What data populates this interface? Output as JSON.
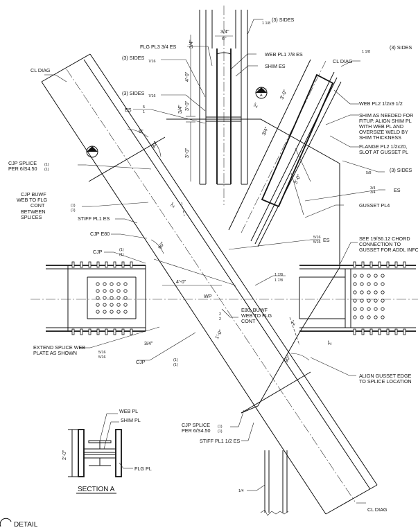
{
  "drawing": {
    "callouts": {
      "sides_top": "(3) SIDES",
      "frac_1_1_8_top": "1 1/8",
      "dim_3_4": "3/4\"",
      "dim_6": "6\"",
      "flg_pl3": "FLG PL3 3/4 ES",
      "dim_3_4_side": "3/4\"",
      "sides_left1": "(3) SIDES",
      "frac_7_16_a": "7/16",
      "web_pl1": "WEB PL1 7/8 ES",
      "shim_es": "SHIM ES",
      "dim_4_0": "4'-0\"",
      "sides_left2": "(3) SIDES",
      "frac_7_16_b": "7/16",
      "es_left": "ES",
      "frac_5": "5",
      "frac_1": "1",
      "dim_3_4_mid": "3/4\"",
      "dim_3_0_a": "3'-0\"",
      "dim_3_0_b": "3'-0\"",
      "dim_2_top": "2\"",
      "sect_mark": "SECT",
      "sect_letter": "A",
      "frac_1_1_8_right": "1 1/8",
      "sides_right_top": "(3) SIDES",
      "cl_diag_left": "CL DIAG",
      "cl_diag_right": "CL DIAG",
      "dim_3_0_diag": "3'-0\"",
      "dim_3_4_diag": "3/4\"",
      "web_pl2": "WEB PL2 1/2x9 1/2",
      "shim_note_1": "SHIM AS NEEDED FOR",
      "shim_note_2": "FITUP. ALIGN SHIM PL",
      "shim_note_3": "WITH WEB PL AND",
      "shim_note_4": "OVERSIZE WELD BY",
      "shim_note_5": "SHIM THICKNESS",
      "flange_pl2_1": "FLANGE PL2 1/2x20,",
      "flange_pl2_2": "SLOT AT GUSSET PL",
      "frac_5_8": "5/8",
      "sides_right_mid": "(3) SIDES",
      "dim_6_diag": "6\"",
      "dim_90_a": "90°",
      "dim_3_0_c": "3'-0\"",
      "frac_3_4_a": "3/4",
      "frac_3_4_b": "3/4",
      "es_right": "ES",
      "cjp_splice_1": "CJP SPLICE",
      "cjp_splice_2": "PER 6/S4.50",
      "frac_1_a": "(1)",
      "frac_1_b": "(1)",
      "cjp_buwf_1": "CJP BUWF",
      "cjp_buwf_2": "WEB TO FLG",
      "cjp_buwf_3": "CONT",
      "cjp_buwf_4": "BETWEEN",
      "cjp_buwf_5": "SPLICES",
      "frac_1_c": "(1)",
      "frac_1_d": "(1)",
      "gusset_pl4": "GUSSET PL4",
      "stiff_pl1_es": "STIFF PL1 ES",
      "dim_2_mid": "2\"",
      "cjp_e80": "CJP E80",
      "cjp_left": "CJP",
      "frac_1_e": "(1)",
      "frac_1_f": "(1)",
      "dim_90_b": "90°",
      "frac_5_16_a": "5/16",
      "frac_5_16_b": "5/16",
      "es_mid": "ES",
      "see_note_1": "SEE 19/S6.12 CHORD",
      "see_note_2": "CONNECTION TO",
      "see_note_3": "GUSSET FOR ADDL INFO",
      "frac_1_7_8_a": "1 7/8",
      "frac_1_7_8_b": "1 7/8",
      "dim_4_0_wp": "4'-0\"",
      "wp": "WP",
      "frac_2_a": "2",
      "frac_2_b": "2",
      "e80_1": "E80, BUWF",
      "e80_2": "WEB TO FLG",
      "e80_3": "CONT",
      "dim_2_lower": "2\"",
      "dim_1_0": "1'-0\"",
      "dim_2_right": "2\"",
      "extend_1": "EXTEND SPLICE WEB",
      "extend_2": "PLATE AS SHOWN",
      "frac_5_16_c": "5/16",
      "frac_5_16_d": "5/16",
      "dim_3_4_low": "3/4\"",
      "cjp_low": "CJP",
      "frac_1_g": "(1)",
      "frac_1_h": "(1)",
      "dim_90_c": "90°",
      "align_1": "ALIGN GUSSET EDGE",
      "align_2": "TO SPLICE LOCATION",
      "web_pl": "WEB PL",
      "shim_pl": "SHIM PL",
      "dim_2_0": "2'-0\"",
      "flg_pl": "FLG PL",
      "cjp_splice_b1": "CJP SPLICE",
      "cjp_splice_b2": "PER 6/S4.50",
      "frac_1_i": "(1)",
      "frac_1_j": "(1)",
      "stiff_pl1_half": "STIFF PL1 1/2 ES",
      "frac_1_4": "1/4",
      "cl_diag_bottom": "CL DIAG",
      "section_a": "SECTION A",
      "detail": "DETAIL"
    }
  }
}
